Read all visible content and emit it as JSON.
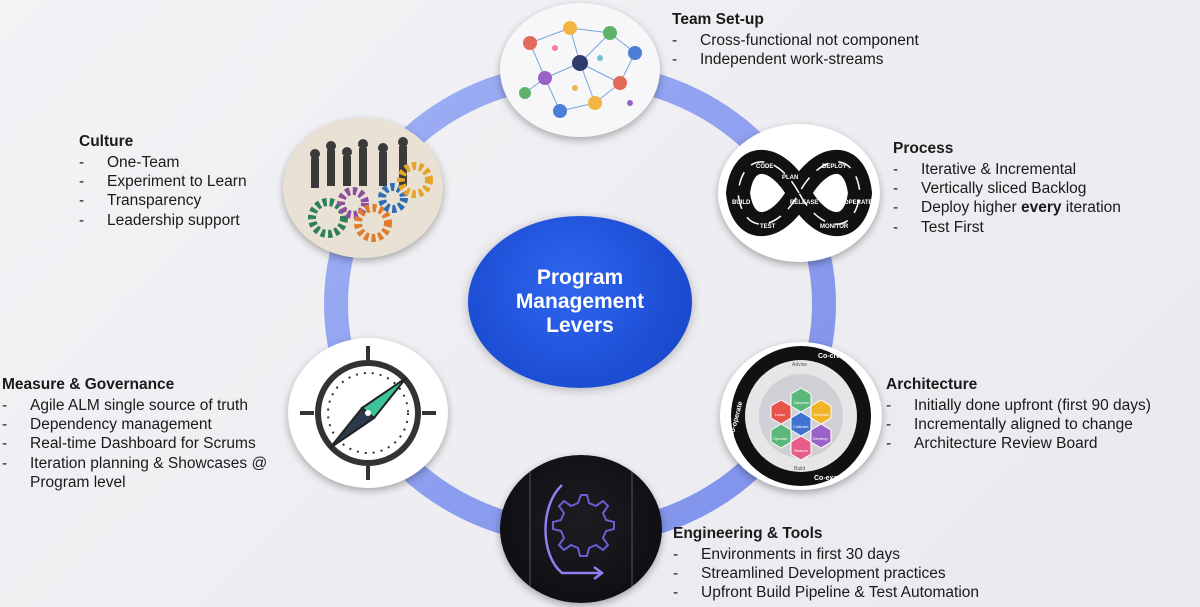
{
  "center": {
    "title": "Program Management Levers"
  },
  "sections": {
    "team": {
      "title": "Team Set-up",
      "items": [
        "Cross-functional not component",
        "Independent work-streams"
      ]
    },
    "process": {
      "title": "Process",
      "items": [
        "Iterative & Incremental",
        "Vertically sliced Backlog",
        "Deploy higher ",
        "every",
        " iteration",
        "Test First"
      ]
    },
    "culture": {
      "title": "Culture",
      "items": [
        "One-Team",
        "Experiment to Learn",
        "Transparency",
        "Leadership support"
      ]
    },
    "measure": {
      "title": "Measure & Governance",
      "items": [
        "Agile ALM single source of truth",
        "Dependency management",
        "Real-time Dashboard for Scrums",
        "Iteration planning & Showcases @",
        "Program level"
      ]
    },
    "architecture": {
      "title": "Architecture",
      "items": [
        "Initially done upfront (first 90 days)",
        "Incrementally aligned to change",
        "Architecture Review Board"
      ]
    },
    "engineering": {
      "title": "Engineering & Tools",
      "items": [
        "Environments in first 30 days",
        "Streamlined Development practices",
        "Upfront Build Pipeline & Test Automation"
      ]
    }
  },
  "images": {
    "devops_loop": {
      "labels": [
        "CODE",
        "DEPLOY",
        "BUILD",
        "PLAN",
        "RELEASE",
        "OPERATE",
        "TEST",
        "MONITOR"
      ]
    },
    "arch_wheel": {
      "outer": [
        "Co-create",
        "Co-operate",
        "Co-execute"
      ],
      "inner": [
        "Advise",
        "Build"
      ],
      "hex": [
        "Learn",
        "Discover",
        "Envision",
        "Operate",
        "Cultivate",
        "Develop",
        "Reason"
      ]
    }
  },
  "colors": {
    "ring": "#8ea0f0",
    "center": "#1f52d8",
    "text": "#1a1a1a"
  }
}
